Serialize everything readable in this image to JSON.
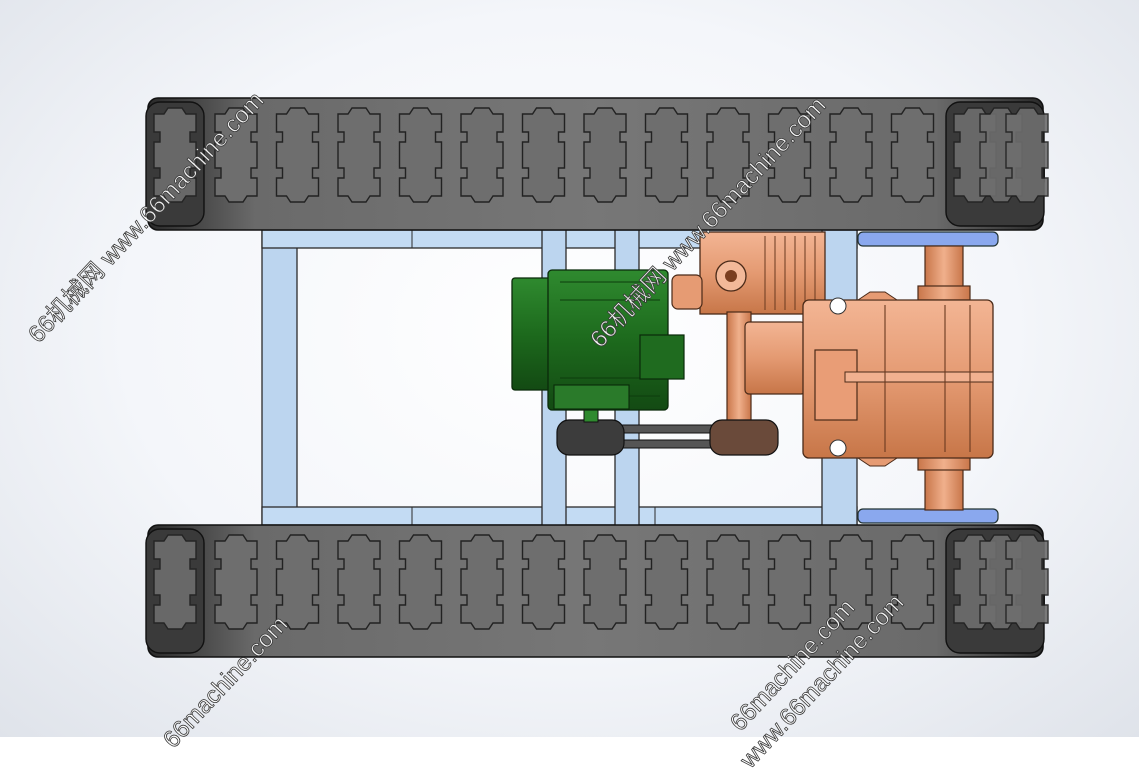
{
  "watermarks": {
    "left_top": "66机械网 www.66machine.com",
    "center_top": "66机械网 www.66machine.com",
    "left_bottom": "66machine.com",
    "center_bottom": "66machine.com",
    "right_bottom": "www.66machine.com"
  },
  "colors": {
    "track_dark": "#505050",
    "track_link": "#7a7a7a",
    "frame": "#b9d3ee",
    "motor": "#1f6b1f",
    "gearbox": "#e8a27a",
    "bearing_blue": "#6f8fe0"
  },
  "scene": {
    "icons": [
      "crawler-track-top",
      "crawler-track-bottom",
      "chassis-frame",
      "electric-motor",
      "belt-pulley-drive",
      "gear-reducer",
      "drive-axle"
    ]
  }
}
